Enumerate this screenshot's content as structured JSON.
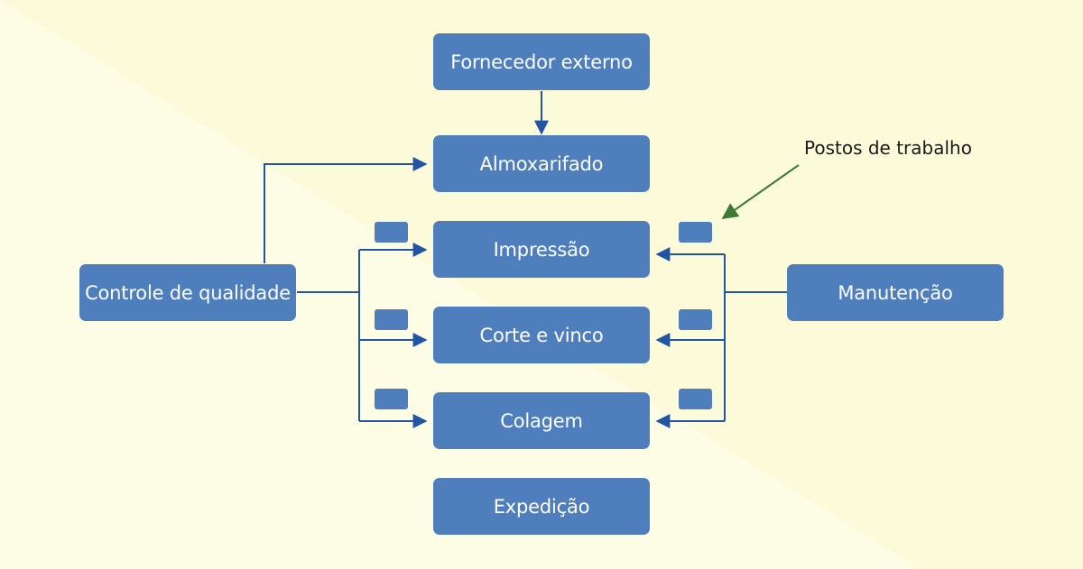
{
  "nodes": {
    "fornecedor": "Fornecedor externo",
    "almoxarifado": "Almoxarifado",
    "impressao": "Impressão",
    "corte": "Corte e vinco",
    "colagem": "Colagem",
    "expedicao": "Expedição",
    "controle": "Controle de qualidade",
    "manutencao": "Manutenção"
  },
  "annotation": "Postos de trabalho",
  "colors": {
    "background": "#fdfde6",
    "background_band": "#fbfbda",
    "node_fill": "#4f7ebd",
    "node_text": "#ffffff",
    "arrow": "#2155a3",
    "annotation_arrow": "#3f7a34"
  }
}
